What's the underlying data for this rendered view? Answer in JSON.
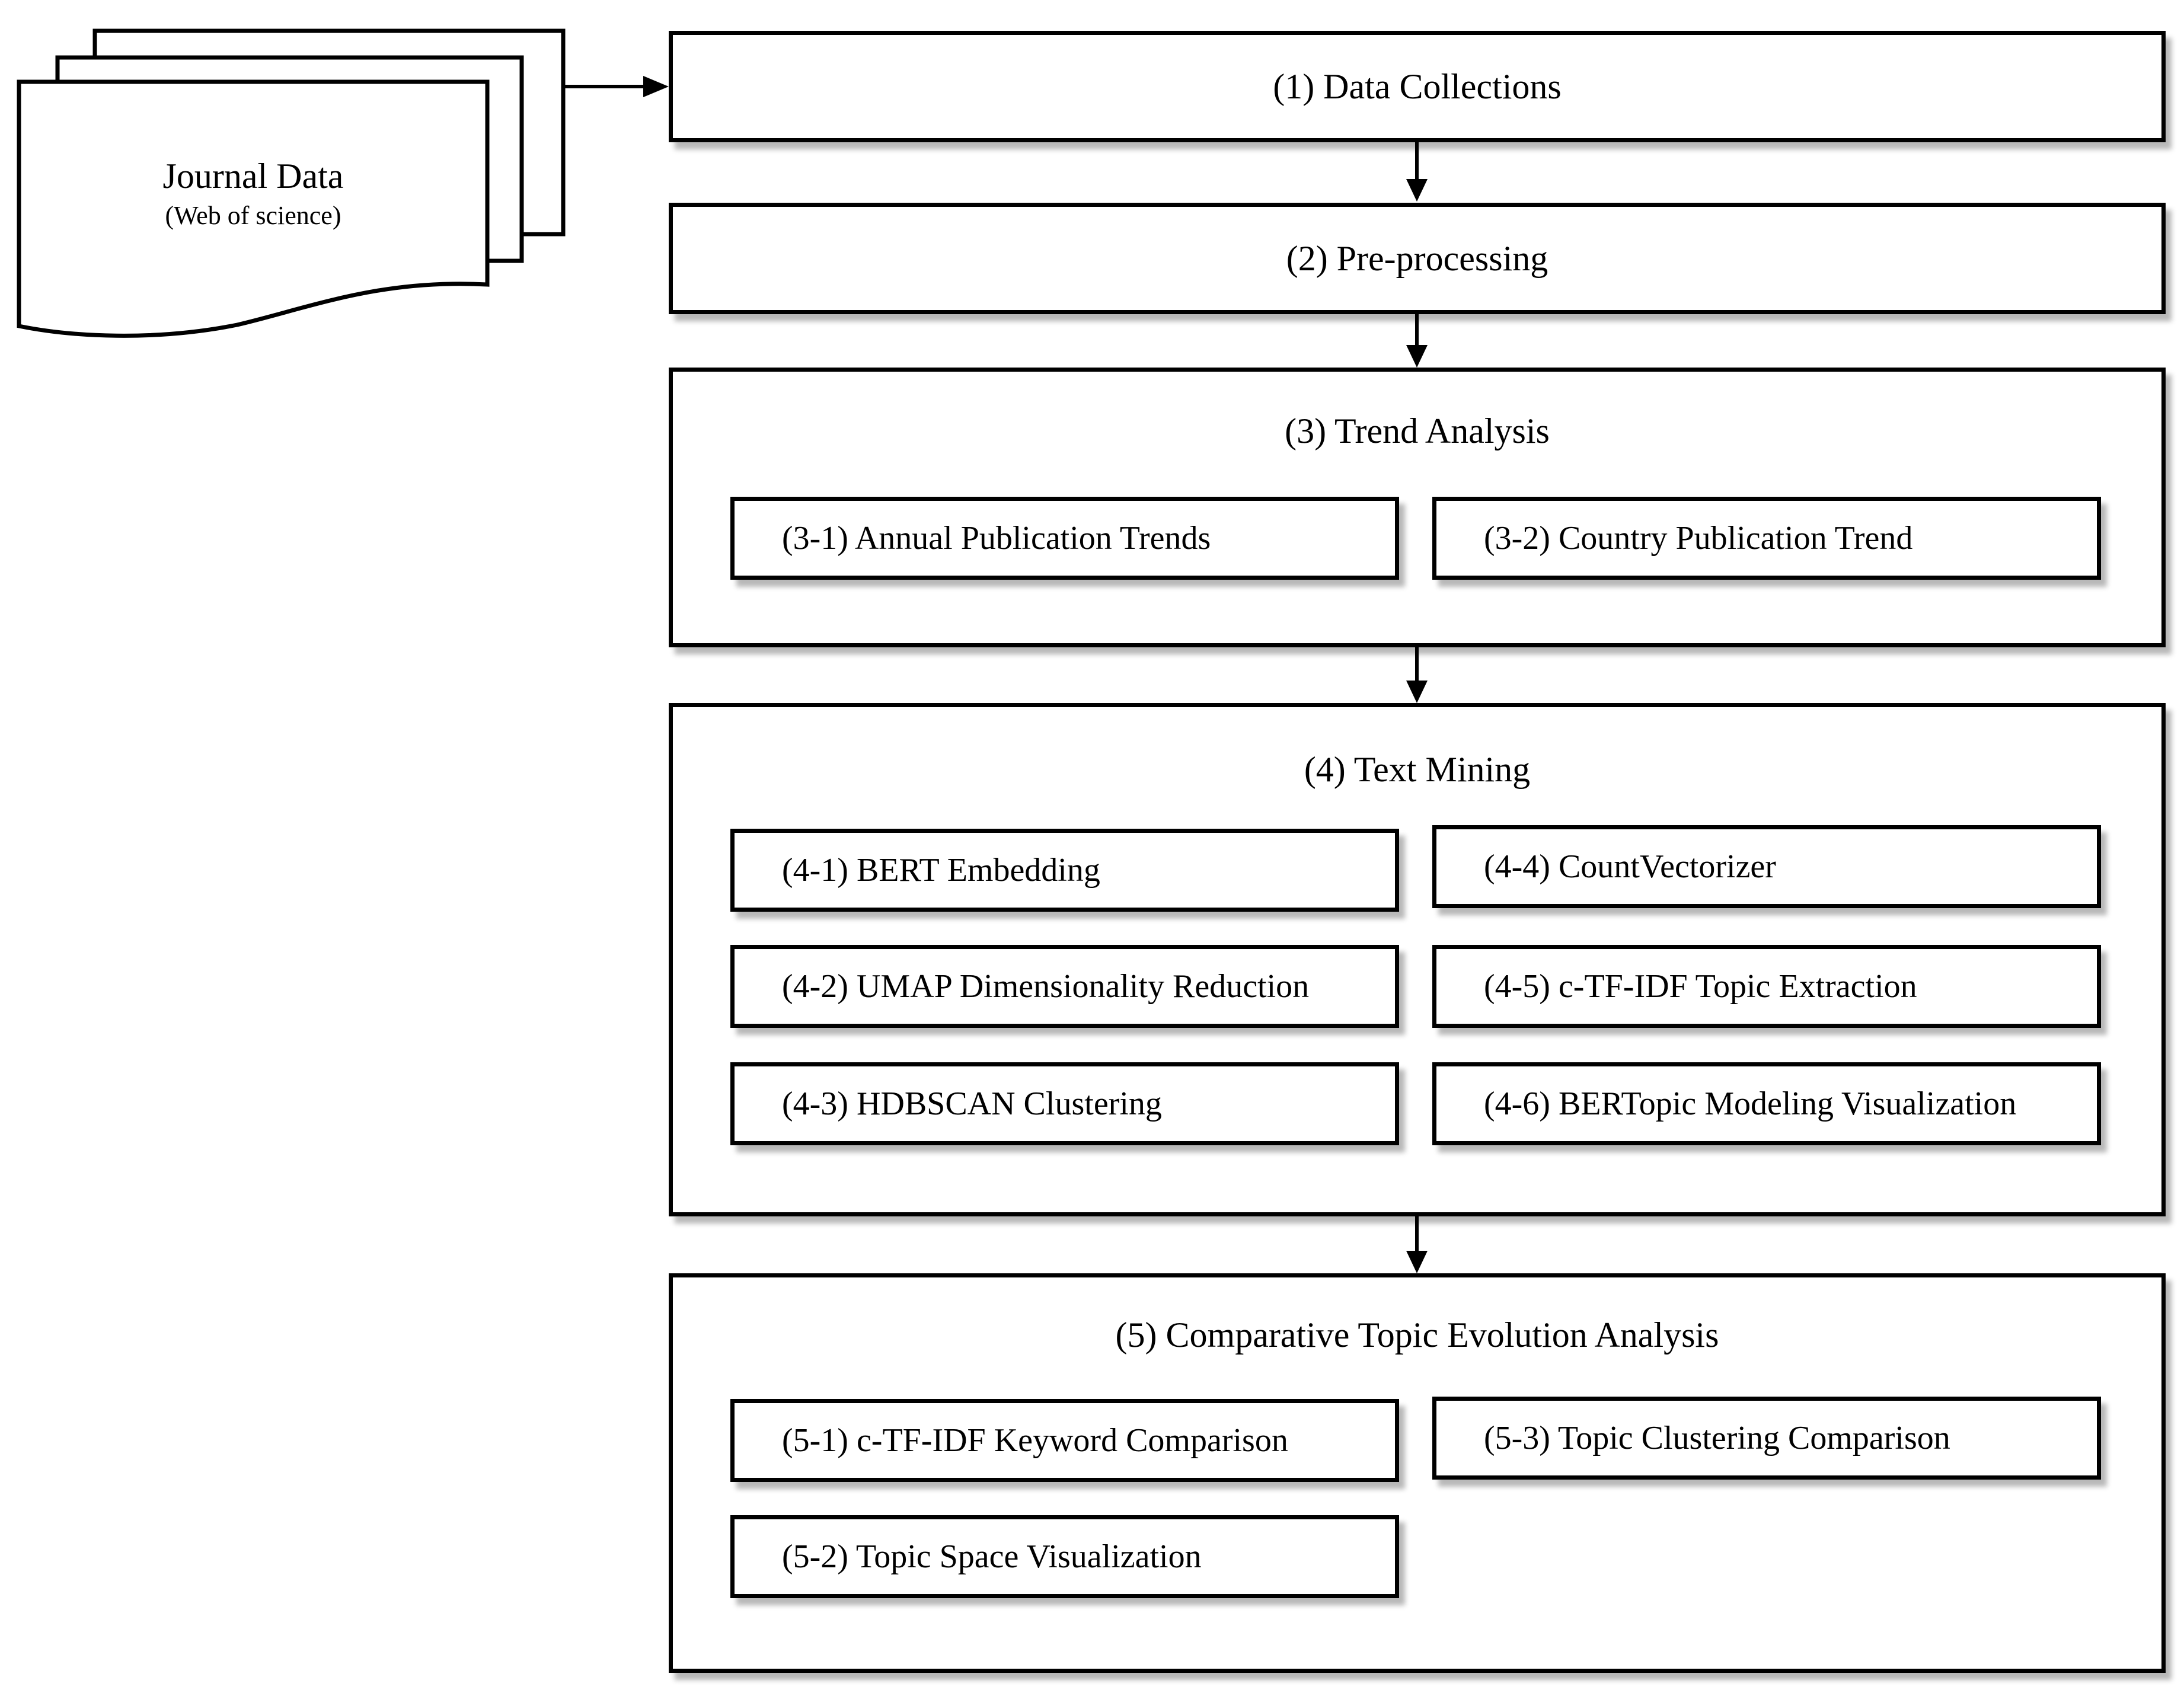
{
  "source": {
    "title": "Journal Data",
    "subtitle": "(Web of science)"
  },
  "steps": {
    "s1": {
      "title": "(1) Data Collections"
    },
    "s2": {
      "title": "(2) Pre-processing"
    },
    "s3": {
      "title": "(3) Trend Analysis",
      "items": [
        "(3-1) Annual Publication Trends",
        "(3-2) Country Publication Trend"
      ]
    },
    "s4": {
      "title": "(4) Text Mining",
      "items": [
        "(4-1) BERT Embedding",
        "(4-2) UMAP Dimensionality Reduction",
        "(4-3) HDBSCAN Clustering",
        "(4-4) CountVectorizer",
        "(4-5) c-TF-IDF Topic Extraction",
        "(4-6) BERTopic Modeling Visualization"
      ]
    },
    "s5": {
      "title": "(5) Comparative Topic Evolution Analysis",
      "items": [
        "(5-1) c-TF-IDF Keyword Comparison",
        "(5-2) Topic Space Visualization",
        "(5-3) Topic Clustering Comparison"
      ]
    }
  }
}
